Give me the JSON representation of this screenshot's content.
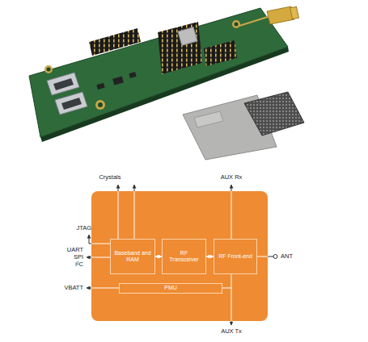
{
  "diagram": {
    "nodes": [
      {
        "text": [
          "Baseband and RAM"
        ]
      },
      {
        "text": [
          "RF Transceiver"
        ]
      },
      {
        "text": [
          "RF Front-end"
        ]
      },
      {
        "text": [
          "PMU"
        ]
      }
    ],
    "edges": [
      {
        "from": 0,
        "to": 1,
        "arrow": "both"
      },
      {
        "from": 1,
        "to": 2,
        "arrow": "both"
      }
    ],
    "labels": [
      "Crystals",
      "AUX Rx",
      "JTAG",
      "UART",
      "SPI",
      "I²C",
      "ANT",
      "VBATT",
      "AUX Tx"
    ]
  }
}
